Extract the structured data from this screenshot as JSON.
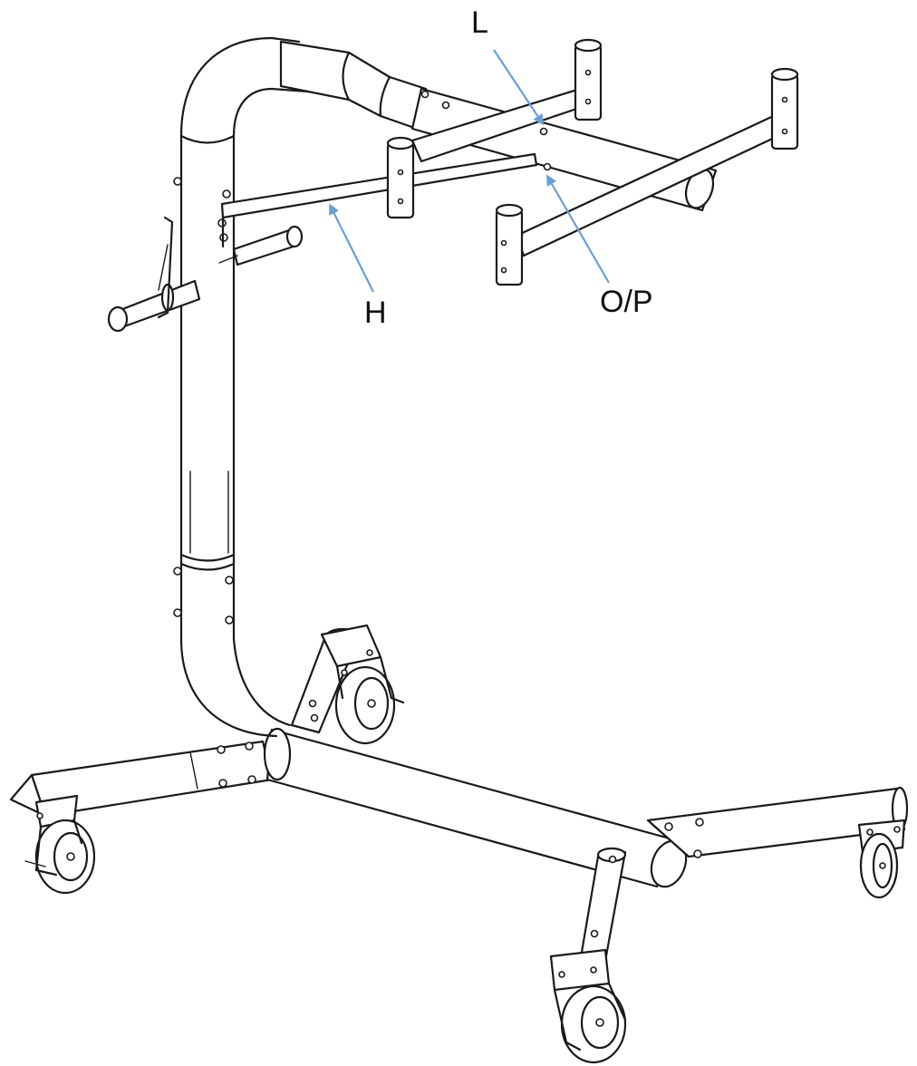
{
  "callouts": {
    "l": "L",
    "h": "H",
    "op": "O/P"
  },
  "colors": {
    "line": "#1a1a1a",
    "arrow": "#6a9fd4",
    "background": "#ffffff"
  }
}
